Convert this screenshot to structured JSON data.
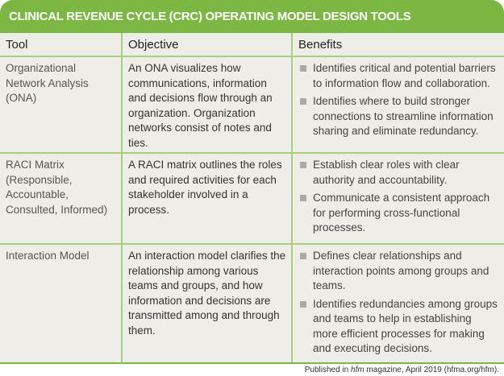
{
  "title": "CLINICAL REVENUE CYCLE (CRC) OPERATING MODEL DESIGN TOOLS",
  "columns": [
    "Tool",
    "Objective",
    "Benefits"
  ],
  "rows": [
    {
      "tool": "Organizational Network Analysis (ONA)",
      "objective": "An ONA visualizes how communications, information and decisions flow through an organization. Organization networks consist of notes and ties.",
      "benefits": [
        "Identifies critical and potential barriers to information flow and collaboration.",
        "Identifies where to build stronger connections to streamline information sharing and eliminate redundancy."
      ]
    },
    {
      "tool": "RACI Matrix (Responsible, Accountable, Consulted, Informed)",
      "objective": "A RACI matrix outlines the roles and required activities for each stakeholder involved in a process.",
      "benefits": [
        "Establish clear roles with clear authority and accountability.",
        "Communicate a consistent approach for performing cross-functional processes."
      ]
    },
    {
      "tool": "Interaction Model",
      "objective": "An interaction model clarifies the relationship among various teams and groups, and how information and decisions are transmitted among and through them.",
      "benefits": [
        "Defines clear relationships and interaction points among groups and teams.",
        "Identifies redundancies among groups and teams to help in establishing more efficient processes for making and executing decisions."
      ]
    }
  ],
  "source": {
    "prefix": "Published in ",
    "publication": "hfm",
    "suffix": " magazine, April 2019 (hfma.org/hfm)."
  },
  "colors": {
    "accent": "#7cb744",
    "rule": "#a8d07a",
    "background": "#eeede7",
    "bullet": "#a9a9a9"
  }
}
